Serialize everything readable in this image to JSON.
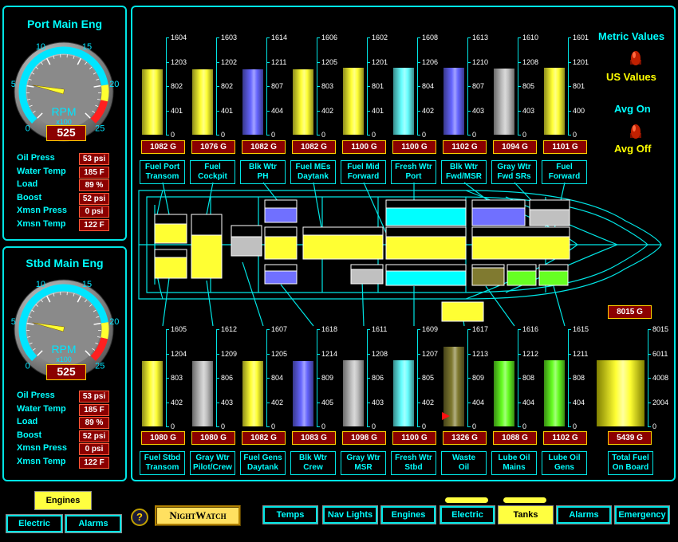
{
  "port_engine": {
    "title": "Port Main Eng",
    "gauge_unit": "RPM",
    "gauge_mult": "x100",
    "gauge_ticks": [
      "0",
      "5",
      "10",
      "15",
      "20",
      "25"
    ],
    "rpm": "525",
    "rpm_fraction": 0.21,
    "readings": [
      {
        "label": "Oil Press",
        "value": "53 psi"
      },
      {
        "label": "Water Temp",
        "value": "185 F"
      },
      {
        "label": "Load",
        "value": "89 %"
      },
      {
        "label": "Boost",
        "value": "52 psi"
      },
      {
        "label": "Xmsn Press",
        "value": "0 psi"
      },
      {
        "label": "Xmsn Temp",
        "value": "122 F"
      }
    ]
  },
  "stbd_engine": {
    "title": "Stbd Main Eng",
    "gauge_unit": "RPM",
    "gauge_mult": "x100",
    "gauge_ticks": [
      "0",
      "5",
      "10",
      "15",
      "20",
      "25"
    ],
    "rpm": "525",
    "rpm_fraction": 0.21,
    "readings": [
      {
        "label": "Oil Press",
        "value": "53 psi"
      },
      {
        "label": "Water Temp",
        "value": "185 F"
      },
      {
        "label": "Load",
        "value": "89 %"
      },
      {
        "label": "Boost",
        "value": "52 psi"
      },
      {
        "label": "Xmsn Press",
        "value": "0 psi"
      },
      {
        "label": "Xmsn Temp",
        "value": "122 F"
      }
    ]
  },
  "controls": {
    "metric_label": "Metric Values",
    "us_label": "US Values",
    "avg_on_label": "Avg On",
    "avg_off_label": "Avg Off"
  },
  "top_tanks": [
    {
      "name1": "Fuel Port",
      "name2": "Transom",
      "value": "1082 G",
      "ticks": [
        "1604",
        "1203",
        "802",
        "401",
        "0"
      ],
      "level": 0.67,
      "color": "#ffff33"
    },
    {
      "name1": "Fuel",
      "name2": "Cockpit",
      "value": "1076 G",
      "ticks": [
        "1603",
        "1202",
        "802",
        "401",
        "0"
      ],
      "level": 0.67,
      "color": "#ffff33"
    },
    {
      "name1": "Blk Wtr",
      "name2": "PH",
      "value": "1082 G",
      "ticks": [
        "1614",
        "1211",
        "807",
        "404",
        "0"
      ],
      "level": 0.67,
      "color": "#6666ff"
    },
    {
      "name1": "Fuel MEs",
      "name2": "Daytank",
      "value": "1082 G",
      "ticks": [
        "1606",
        "1205",
        "803",
        "402",
        "0"
      ],
      "level": 0.67,
      "color": "#ffff33"
    },
    {
      "name1": "Fuel Mid",
      "name2": "Forward",
      "value": "1100 G",
      "ticks": [
        "1602",
        "1201",
        "801",
        "401",
        "0"
      ],
      "level": 0.69,
      "color": "#ffff33"
    },
    {
      "name1": "Fresh Wtr",
      "name2": "Port",
      "value": "1100 G",
      "ticks": [
        "1608",
        "1206",
        "804",
        "402",
        "0"
      ],
      "level": 0.69,
      "color": "#66ffff"
    },
    {
      "name1": "Blk Wtr",
      "name2": "Fwd/MSR",
      "value": "1102 G",
      "ticks": [
        "1613",
        "1210",
        "807",
        "403",
        "0"
      ],
      "level": 0.69,
      "color": "#6666ff"
    },
    {
      "name1": "Gray Wtr",
      "name2": "Fwd SRs",
      "value": "1094 G",
      "ticks": [
        "1610",
        "1208",
        "805",
        "403",
        "0"
      ],
      "level": 0.68,
      "color": "#c0c0c0"
    },
    {
      "name1": "Fuel",
      "name2": "Forward",
      "value": "1101 G",
      "ticks": [
        "1601",
        "1201",
        "801",
        "400",
        "0"
      ],
      "level": 0.69,
      "color": "#ffff33"
    }
  ],
  "bottom_tanks": [
    {
      "name1": "Fuel Stbd",
      "name2": "Transom",
      "value": "1080 G",
      "ticks": [
        "1605",
        "1204",
        "803",
        "402",
        "0"
      ],
      "level": 0.67,
      "color": "#ffff33"
    },
    {
      "name1": "Gray Wtr",
      "name2": "Pilot/Crew",
      "value": "1080 G",
      "ticks": [
        "1612",
        "1209",
        "806",
        "403",
        "0"
      ],
      "level": 0.67,
      "color": "#c0c0c0"
    },
    {
      "name1": "Fuel Gens",
      "name2": "Daytank",
      "value": "1082 G",
      "ticks": [
        "1607",
        "1205",
        "804",
        "402",
        "0"
      ],
      "level": 0.67,
      "color": "#ffff33"
    },
    {
      "name1": "Blk Wtr",
      "name2": "Crew",
      "value": "1083 G",
      "ticks": [
        "1618",
        "1214",
        "809",
        "405",
        "0"
      ],
      "level": 0.67,
      "color": "#6666ff"
    },
    {
      "name1": "Gray Wtr",
      "name2": "MSR",
      "value": "1098 G",
      "ticks": [
        "1611",
        "1208",
        "806",
        "403",
        "0"
      ],
      "level": 0.68,
      "color": "#c0c0c0"
    },
    {
      "name1": "Fresh Wtr",
      "name2": "Stbd",
      "value": "1100 G",
      "ticks": [
        "1609",
        "1207",
        "805",
        "402",
        "0"
      ],
      "level": 0.68,
      "color": "#66ffff"
    },
    {
      "name1": "Waste",
      "name2": "Oil",
      "value": "1326 G",
      "ticks": [
        "1617",
        "1213",
        "809",
        "404",
        "0"
      ],
      "level": 0.82,
      "color": "#807a30"
    },
    {
      "name1": "Lube Oil",
      "name2": "Mains",
      "value": "1088 G",
      "ticks": [
        "1616",
        "1212",
        "808",
        "404",
        "0"
      ],
      "level": 0.67,
      "color": "#66ff22"
    },
    {
      "name1": "Lube Oil",
      "name2": "Gens",
      "value": "1102 G",
      "ticks": [
        "1615",
        "1211",
        "808",
        "404",
        "0"
      ],
      "level": 0.68,
      "color": "#66ff22"
    }
  ],
  "total_fuel": {
    "name1": "Total Fuel",
    "name2": "On Board",
    "capacity": "8015 G",
    "value": "5439 G",
    "ticks": [
      "8015",
      "6011",
      "4008",
      "2004",
      "0"
    ],
    "level": 0.68
  },
  "left_nav": {
    "engines": "Engines",
    "electric": "Electric",
    "alarms": "Alarms",
    "help": "?",
    "logo": "NightWatch"
  },
  "bottom_nav": [
    {
      "label": "Temps",
      "active": false
    },
    {
      "label": "Nav Lights",
      "active": false
    },
    {
      "label": "Engines",
      "active": false
    },
    {
      "label": "Electric",
      "active": false
    },
    {
      "label": "Tanks",
      "active": true
    },
    {
      "label": "Alarms",
      "active": false
    },
    {
      "label": "Emergency",
      "active": false
    }
  ]
}
